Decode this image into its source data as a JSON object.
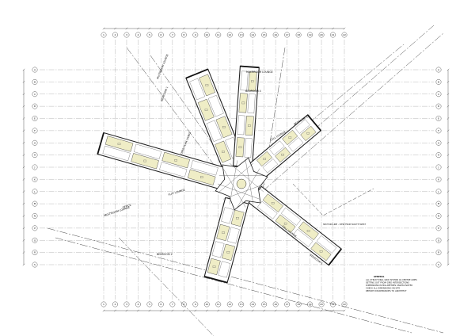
{
  "colors": {
    "background": "#ffffff",
    "room_fill": "#efedc6",
    "wall": "#222222",
    "grid": "#9a9a9a"
  },
  "grid": {
    "top_bubbles": [
      "1",
      "2",
      "3",
      "4",
      "5",
      "6",
      "7",
      "8",
      "9",
      "10",
      "11",
      "12",
      "13",
      "14",
      "15",
      "16",
      "17",
      "18",
      "19",
      "20",
      "21",
      "22"
    ],
    "left_bubbles": [
      "A",
      "B",
      "C",
      "D",
      "E",
      "F",
      "G",
      "H",
      "J",
      "K",
      "L",
      "M",
      "N",
      "P",
      "Q",
      "R",
      "S"
    ]
  },
  "rooms": [
    {
      "key": "nw_lounge",
      "text": "MULTIROOM LOUNGE"
    },
    {
      "key": "nw_bedroom",
      "text": "BEDROOM 1"
    },
    {
      "key": "nw_open",
      "text": "OPEN PLAN LIVING"
    },
    {
      "key": "n_lounge",
      "text": "MULTIROOM LOUNGE"
    },
    {
      "key": "n_bedroom",
      "text": "BEDROOM 4"
    },
    {
      "key": "ne_bedroom",
      "text": "BEDROOM 3"
    },
    {
      "key": "ne_lounge",
      "text": "CELL LOUNGE"
    },
    {
      "key": "w_lounge",
      "text": "MULTIROOM LOUNGE"
    },
    {
      "key": "w_office",
      "text": "OFFICE"
    },
    {
      "key": "w_living",
      "text": "FLAT LOUNGE"
    },
    {
      "key": "sw_bedroom",
      "text": "BEDROOM 2"
    },
    {
      "key": "se_lounge",
      "text": "CELL LOUNGE"
    },
    {
      "key": "se_bedroom",
      "text": "BEDROOM 5"
    }
  ],
  "annotations": {
    "section_note": "SECTION LINE - VIEW FROM SOUTH WEST",
    "legend_title": "GENERAL",
    "legend_lines": [
      "ALL STRUCTURAL GRID SHOWN AS CENTRE LINES",
      "SETTING OUT FROM GRID INTERSECTIONS",
      "DIMENSIONS IN MILLIMETRES UNLESS NOTED",
      "CHECK ALL DIMENSIONS ON SITE",
      "REPORT DISCREPANCIES TO ARCHITECT"
    ]
  }
}
